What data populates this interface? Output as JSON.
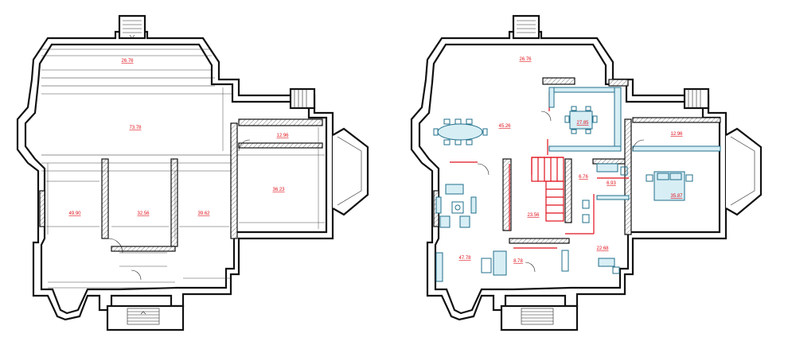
{
  "plans": [
    {
      "id": "measurement-plan",
      "rooms": [
        {
          "name": "room-top",
          "area": "26.76"
        },
        {
          "name": "room-hall",
          "area": "73.78"
        },
        {
          "name": "room-right-small",
          "area": "12.96"
        },
        {
          "name": "room-left",
          "area": "49.90"
        },
        {
          "name": "room-mid-left",
          "area": "32.56"
        },
        {
          "name": "room-mid",
          "area": "39.62"
        },
        {
          "name": "room-right",
          "area": "36.23"
        }
      ]
    },
    {
      "id": "furniture-plan",
      "rooms": [
        {
          "name": "room-top",
          "area": "26.76"
        },
        {
          "name": "room-living",
          "area": "45.26"
        },
        {
          "name": "room-dining",
          "area": "27.85"
        },
        {
          "name": "room-right-small",
          "area": "12.96"
        },
        {
          "name": "room-bedroom",
          "area": "35.87"
        },
        {
          "name": "room-bath-a",
          "area": "6.76"
        },
        {
          "name": "room-bath-b",
          "area": "6.93"
        },
        {
          "name": "room-stair",
          "area": "23.56"
        },
        {
          "name": "room-lounge",
          "area": "47.78"
        },
        {
          "name": "room-corridor",
          "area": "8.78"
        },
        {
          "name": "room-office",
          "area": "22.68"
        }
      ]
    }
  ],
  "colors": {
    "wall": "#111111",
    "dimension": "#333333",
    "red_line": "#e0101a",
    "furniture": "#1f6f8b"
  }
}
